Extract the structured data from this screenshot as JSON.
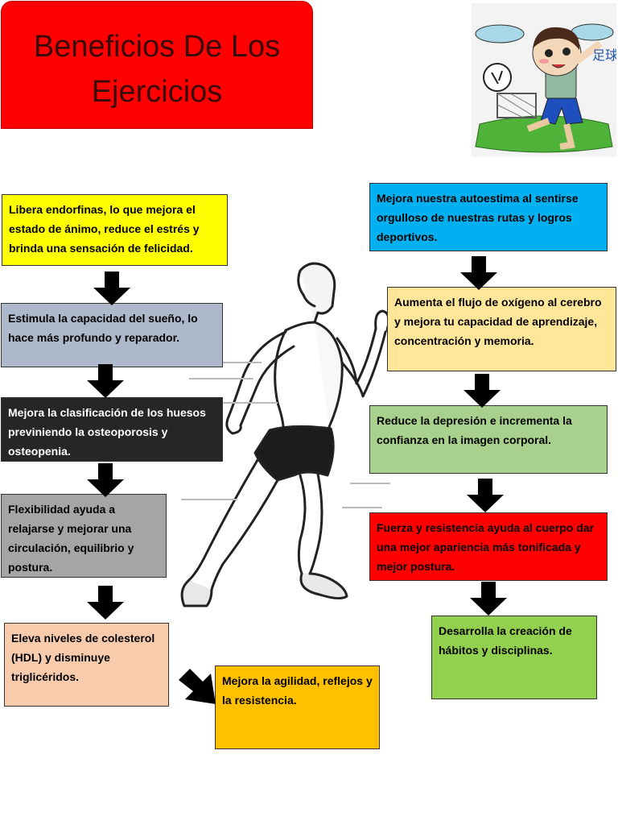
{
  "title": {
    "line1": "Beneficios De Los",
    "line2": "Ejercicios"
  },
  "colors": {
    "yellow": "#ffff00",
    "bluegray": "#adb9ca",
    "dark": "#262626",
    "gray": "#a5a5a5",
    "peach": "#f8cbad",
    "orange": "#ffc000",
    "blue": "#00b0f0",
    "lightorange": "#ffe699",
    "lightgreen": "#a9d18e",
    "red": "#ff0000",
    "green": "#92d050"
  },
  "left_column": [
    "Libera endorfinas, lo que mejora el estado de ánimo, reduce el estrés y brinda una sensación de felicidad.",
    "Estimula la capacidad del sueño, lo hace más profundo y reparador.",
    "Mejora la clasificación de los huesos previniendo la osteoporosis y osteopenia.",
    "Flexibilidad ayuda a relajarse y mejorar una circulación, equilibrio y postura.",
    "Eleva niveles de colesterol (HDL) y disminuye triglicéridos."
  ],
  "center_box": "Mejora la agilidad, reflejos y la resistencia.",
  "right_column": [
    "Mejora nuestra autoestima al sentirse orgulloso de nuestras rutas y logros deportivos.",
    "Aumenta el flujo de oxígeno al cerebro y mejora tu capacidad de aprendizaje, concentración y memoria.",
    "Reduce la depresión e incrementa la confianza en la imagen corporal.",
    "Fuerza y resistencia ayuda al cuerpo dar una mejor apariencia más tonificada y mejor postura.",
    "Desarrolla la creación de hábitos y disciplinas."
  ],
  "icons": [
    "runner-illustration",
    "soccer-kid-illustration",
    "down-arrow-icon",
    "diagonal-arrow-icon"
  ],
  "kid_chars": "足球"
}
